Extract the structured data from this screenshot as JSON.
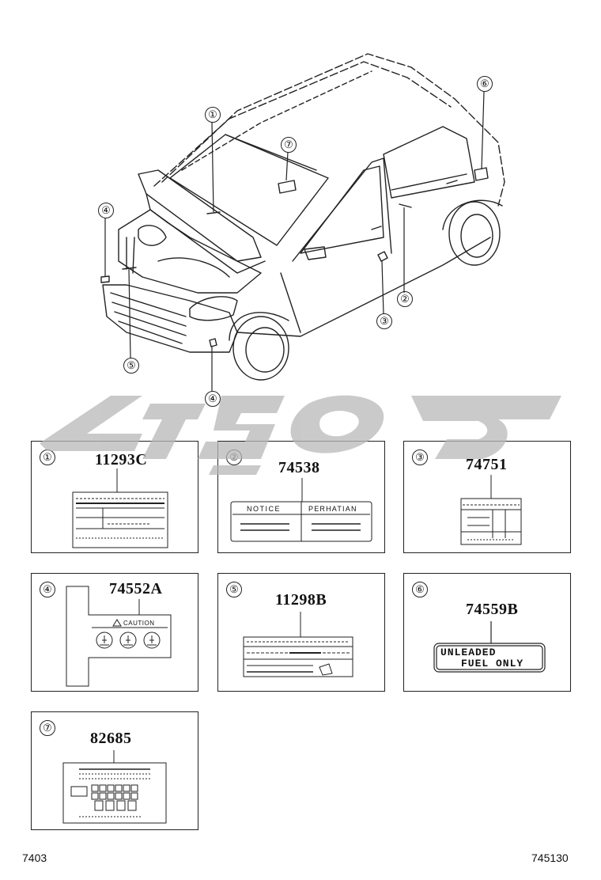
{
  "diagram": {
    "callouts": [
      "①",
      "②",
      "③",
      "④",
      "⑤",
      "⑥",
      "⑦"
    ],
    "parts": [
      {
        "callout": "①",
        "part_number": "11293C"
      },
      {
        "callout": "②",
        "part_number": "74538",
        "label_texts": [
          "NOTICE",
          "PERHATIAN"
        ]
      },
      {
        "callout": "③",
        "part_number": "74751"
      },
      {
        "callout": "④",
        "part_number": "74552A",
        "label_texts": [
          "CAUTION"
        ]
      },
      {
        "callout": "⑤",
        "part_number": "11298B"
      },
      {
        "callout": "⑥",
        "part_number": "74559B",
        "label_texts": [
          "UNLEADED",
          "FUEL ONLY"
        ]
      },
      {
        "callout": "⑦",
        "part_number": "82685"
      }
    ]
  },
  "footer": {
    "left": "7403",
    "right": "745130"
  },
  "colors": {
    "line": "#222222",
    "watermark": "#b8b8b8"
  }
}
